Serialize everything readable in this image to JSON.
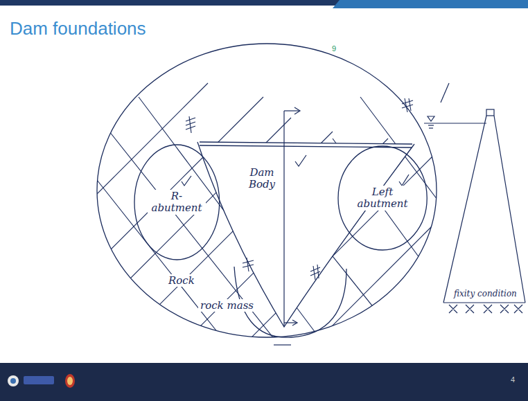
{
  "diagram": {
    "title": "Dam foundations",
    "nodes": [
      {
        "text": [
          "R- abutment"
        ]
      },
      {
        "text": [
          "Dam Body"
        ]
      },
      {
        "text": [
          "Left abutment"
        ]
      }
    ],
    "labels": [
      "Rock",
      "rock mass",
      "fixity condition",
      "9",
      "4"
    ]
  }
}
